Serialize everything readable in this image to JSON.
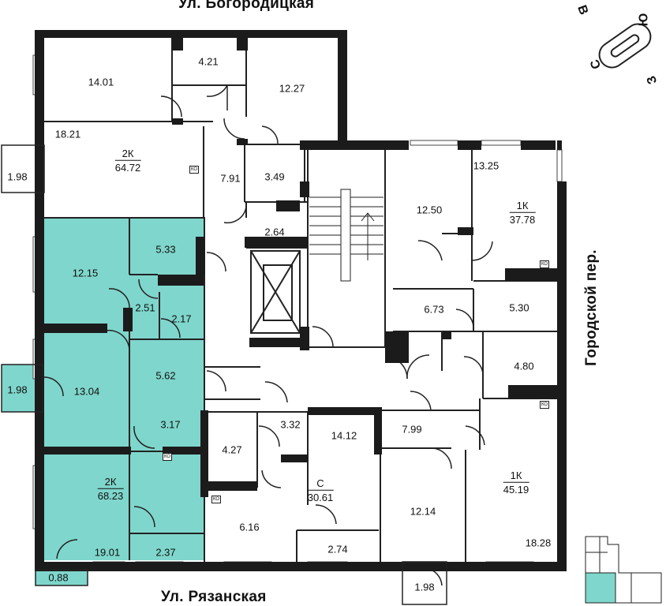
{
  "streets": {
    "top": "Ул. Богородицкая",
    "bottom": "Ул. Рязанская",
    "right": "Городской пер."
  },
  "compass": {
    "n": "С",
    "e": "В",
    "s": "Ю",
    "w": "З"
  },
  "ko_label": "КО",
  "colors": {
    "highlight": "#7fd6cc",
    "wall": "#1b1b1b",
    "line": "#222222"
  },
  "apartments": [
    {
      "id": "apt-2k-top",
      "type": "2К",
      "area": "64.72"
    },
    {
      "id": "apt-1k-right",
      "type": "1К",
      "area": "37.78"
    },
    {
      "id": "apt-2k-selected",
      "type": "2К",
      "area": "68.23"
    },
    {
      "id": "apt-studio",
      "type": "С",
      "area": "30.61"
    },
    {
      "id": "apt-1k-bottom",
      "type": "1К",
      "area": "45.19"
    }
  ],
  "rooms": [
    {
      "id": "r1401",
      "area": "14.01"
    },
    {
      "id": "r421",
      "area": "4.21"
    },
    {
      "id": "r1227",
      "area": "12.27"
    },
    {
      "id": "r1821",
      "area": "18.21"
    },
    {
      "id": "r198a",
      "area": "1.98"
    },
    {
      "id": "r791",
      "area": "7.91"
    },
    {
      "id": "r349",
      "area": "3.49"
    },
    {
      "id": "r264",
      "area": "2.64"
    },
    {
      "id": "r1250",
      "area": "12.50"
    },
    {
      "id": "r1325",
      "area": "13.25"
    },
    {
      "id": "r1215",
      "area": "12.15"
    },
    {
      "id": "r533",
      "area": "5.33"
    },
    {
      "id": "r251",
      "area": "2.51"
    },
    {
      "id": "r217",
      "area": "2.17"
    },
    {
      "id": "r673",
      "area": "6.73"
    },
    {
      "id": "r530",
      "area": "5.30"
    },
    {
      "id": "r198b",
      "area": "1.98"
    },
    {
      "id": "r1304",
      "area": "13.04"
    },
    {
      "id": "r562",
      "area": "5.62"
    },
    {
      "id": "r480",
      "area": "4.80"
    },
    {
      "id": "r317",
      "area": "3.17"
    },
    {
      "id": "r332",
      "area": "3.32"
    },
    {
      "id": "r1412",
      "area": "14.12"
    },
    {
      "id": "r427",
      "area": "4.27"
    },
    {
      "id": "r799",
      "area": "7.99"
    },
    {
      "id": "r616",
      "area": "6.16"
    },
    {
      "id": "r1214",
      "area": "12.14"
    },
    {
      "id": "r1901",
      "area": "19.01"
    },
    {
      "id": "r237",
      "area": "2.37"
    },
    {
      "id": "r274",
      "area": "2.74"
    },
    {
      "id": "r1828",
      "area": "18.28"
    },
    {
      "id": "r088",
      "area": "0.88"
    },
    {
      "id": "r198c",
      "area": "1.98"
    }
  ]
}
